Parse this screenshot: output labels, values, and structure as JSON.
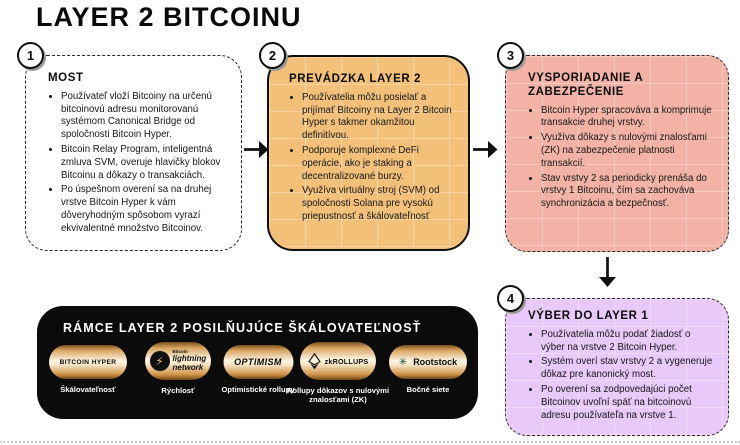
{
  "page": {
    "title": "LAYER 2 BITCOINU"
  },
  "colors": {
    "operation_orange": "#f3c07a",
    "settlement_pink": "#f2b2a6",
    "withdraw_purple": "#e8c9fa",
    "panel_black": "#0b0b0b"
  },
  "flow": {
    "boxes": [
      {
        "number": "1",
        "heading": "MOST",
        "bullets": [
          "Používateľ vloží Bitcoiny na určenú bitcoinovú adresu monitorovanú systémom Canonical Bridge od spoločnosti Bitcoin Hyper.",
          "Bitcoin Relay Program, inteligentná zmluva SVM, overuje hlavičky blokov Bitcoinu a dôkazy o transakciách.",
          "Po úspešnom overení sa na druhej vrstve Bitcoin Hyper k vám dôveryhodným spôsobom vyrazí ekvivalentné množstvo Bitcoinov."
        ]
      },
      {
        "number": "2",
        "heading": "PREVÁDZKA LAYER 2",
        "bullets": [
          "Používatelia môžu posielať a prijímať Bitcoiny na Layer 2 Bitcoin Hyper s takmer okamžitou definitívou.",
          "Podporuje komplexné DeFi operácie, ako je staking a decentralizované burzy.",
          "Využíva virtuálny stroj (SVM) od spoločnosti Solana pre vysokú priepustnosť a škálovateľnosť"
        ]
      },
      {
        "number": "3",
        "heading": "VYSPORIADANIE A ZABEZPEČENIE",
        "bullets": [
          "Bitcoin Hyper spracováva a komprimuje transakcie druhej vrstvy.",
          "Využíva dôkazy s nulovými znalosťami (ZK) na zabezpečenie platnosti transakcií.",
          "Stav vrstvy 2 sa periodicky prenáša do vrstvy 1 Bitcoinu, čím sa zachováva synchronizácia a bezpečnosť."
        ]
      },
      {
        "number": "4",
        "heading": "VÝBER DO LAYER 1",
        "bullets": [
          "Používatelia môžu podať žiadosť o výber na vrstve 2 Bitcoin Hyper.",
          "Systém overí stav vrstvy 2 a vygeneruje dôkaz pre kanonický most.",
          "Po overení sa zodpovedajúci počet Bitcoinov uvoľní späť na bitcoinovú adresu používateľa na vrstve 1."
        ]
      }
    ]
  },
  "frameworks": {
    "title": "RÁMCE LAYER 2 POSILŇUJÚCE ŠKÁLOVATEĽNOSŤ",
    "items": [
      {
        "logo": "BITCOIN HYPER",
        "label": "Škálovateľnosť"
      },
      {
        "logo_pre": "Bitcoin",
        "logo": "lightning network",
        "icon": "lightning-bolt-icon",
        "icon_glyph": "⚡",
        "label": "Rýchlosť"
      },
      {
        "logo": "OPTIMISM",
        "label": "Optimistické rollupy"
      },
      {
        "logo": "zkROLLUPS",
        "icon": "ethereum-diamond-icon",
        "label": "Rollupy dôkazov s nulovými znalosťami (ZK)"
      },
      {
        "logo": "Rootstock",
        "icon": "rootstock-asterisk-icon",
        "icon_glyph": "✳",
        "label": "Bočné siete"
      }
    ]
  }
}
